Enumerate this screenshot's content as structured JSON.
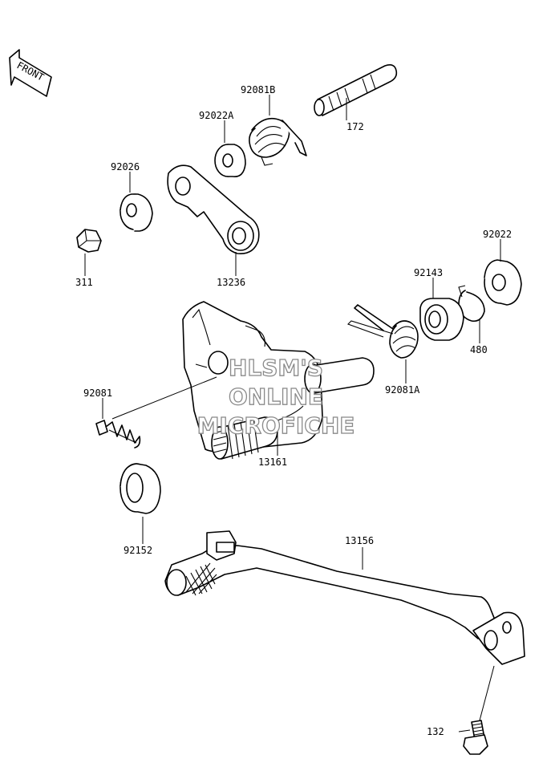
{
  "diagram": {
    "front_label": "FRONT",
    "watermark": [
      "HLSM'S",
      "ONLINE",
      "MICROFICHE"
    ],
    "callouts": {
      "p92081B": "92081B",
      "p92022A": "92022A",
      "p172": "172",
      "p92026": "92026",
      "p311": "311",
      "p13236": "13236",
      "p92022": "92022",
      "p92143": "92143",
      "p480": "480",
      "p92081A": "92081A",
      "p92081": "92081",
      "p13161": "13161",
      "p92152": "92152",
      "p13156": "13156",
      "p132": "132"
    }
  }
}
